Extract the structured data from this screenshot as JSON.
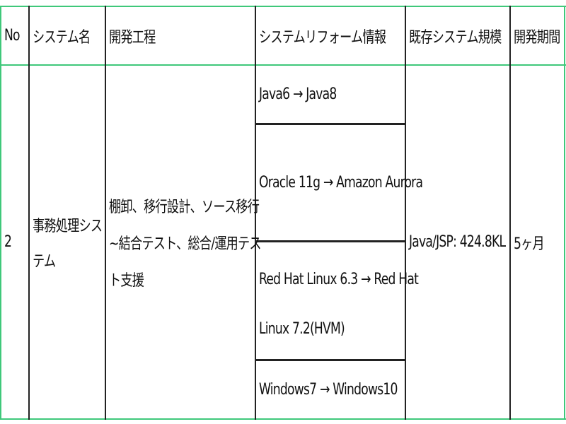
{
  "table": {
    "headers": {
      "no": "No",
      "system_name": "システム名",
      "process": "開発工程",
      "reform_info": "システムリフォーム情報",
      "existing_scale": "既存システム規模",
      "period": "開発期間"
    },
    "row": {
      "no": "2",
      "system_name_line1": "事務処理シス",
      "system_name_line2": "テム",
      "process_line1": "棚卸、移行設計、ソース移行",
      "process_line2": "~結合テスト、総合/運用テス",
      "process_line3": "ト支援",
      "reform_items": [
        {
          "line1": "Java6 → Java8"
        },
        {
          "line1": "Oracle 11g → Amazon Aurora"
        },
        {
          "line1": "Red Hat Linux 6.3 → Red Hat",
          "line2": "Linux 7.2(HVM)"
        },
        {
          "line1": "Windows7 → Windows10"
        }
      ],
      "existing_scale": "Java/JSP: 424.8KL",
      "period": "5ヶ月"
    }
  }
}
